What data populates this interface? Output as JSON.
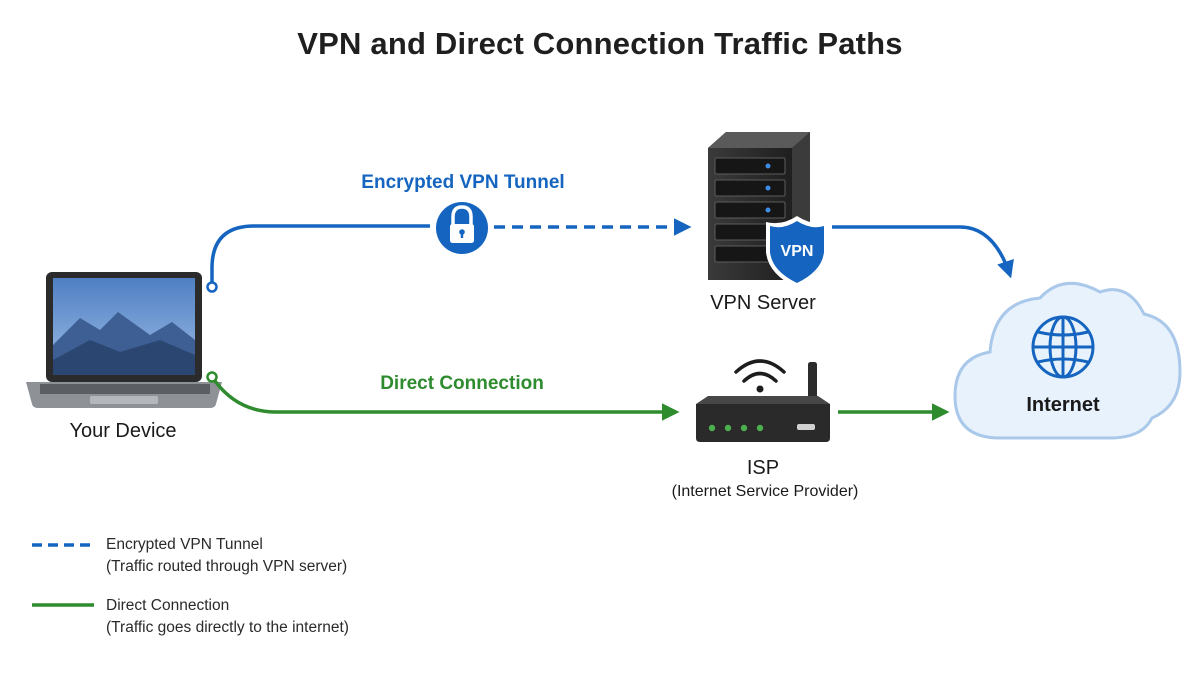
{
  "title": "VPN and Direct Connection Traffic Paths",
  "nodes": {
    "device": {
      "label": "Your Device",
      "icon": "laptop-icon"
    },
    "vpn_server": {
      "label": "VPN Server",
      "icon": "server-icon",
      "badge": "VPN"
    },
    "isp": {
      "label": "ISP",
      "sublabel": "(Internet Service Provider)",
      "icon": "router-icon"
    },
    "internet": {
      "label": "Internet",
      "icon": "globe-icon"
    }
  },
  "paths": {
    "vpn": {
      "label": "Encrypted VPN Tunnel",
      "color": "#1565c0",
      "style": "dashed",
      "icon": "lock-icon"
    },
    "direct": {
      "label": "Direct Connection",
      "color": "#2e8b2e",
      "style": "solid"
    }
  },
  "legend": [
    {
      "label": "Encrypted VPN Tunnel",
      "description": "(Traffic routed through VPN server)",
      "style": "dashed",
      "color": "#1565c0"
    },
    {
      "label": "Direct Connection",
      "description": "(Traffic goes directly to the internet)",
      "style": "solid",
      "color": "#2e8b2e"
    }
  ],
  "colors": {
    "cloud_fill": "#e8f2fc",
    "cloud_stroke": "#a9c8ea",
    "device_dark": "#2b2b2b"
  }
}
